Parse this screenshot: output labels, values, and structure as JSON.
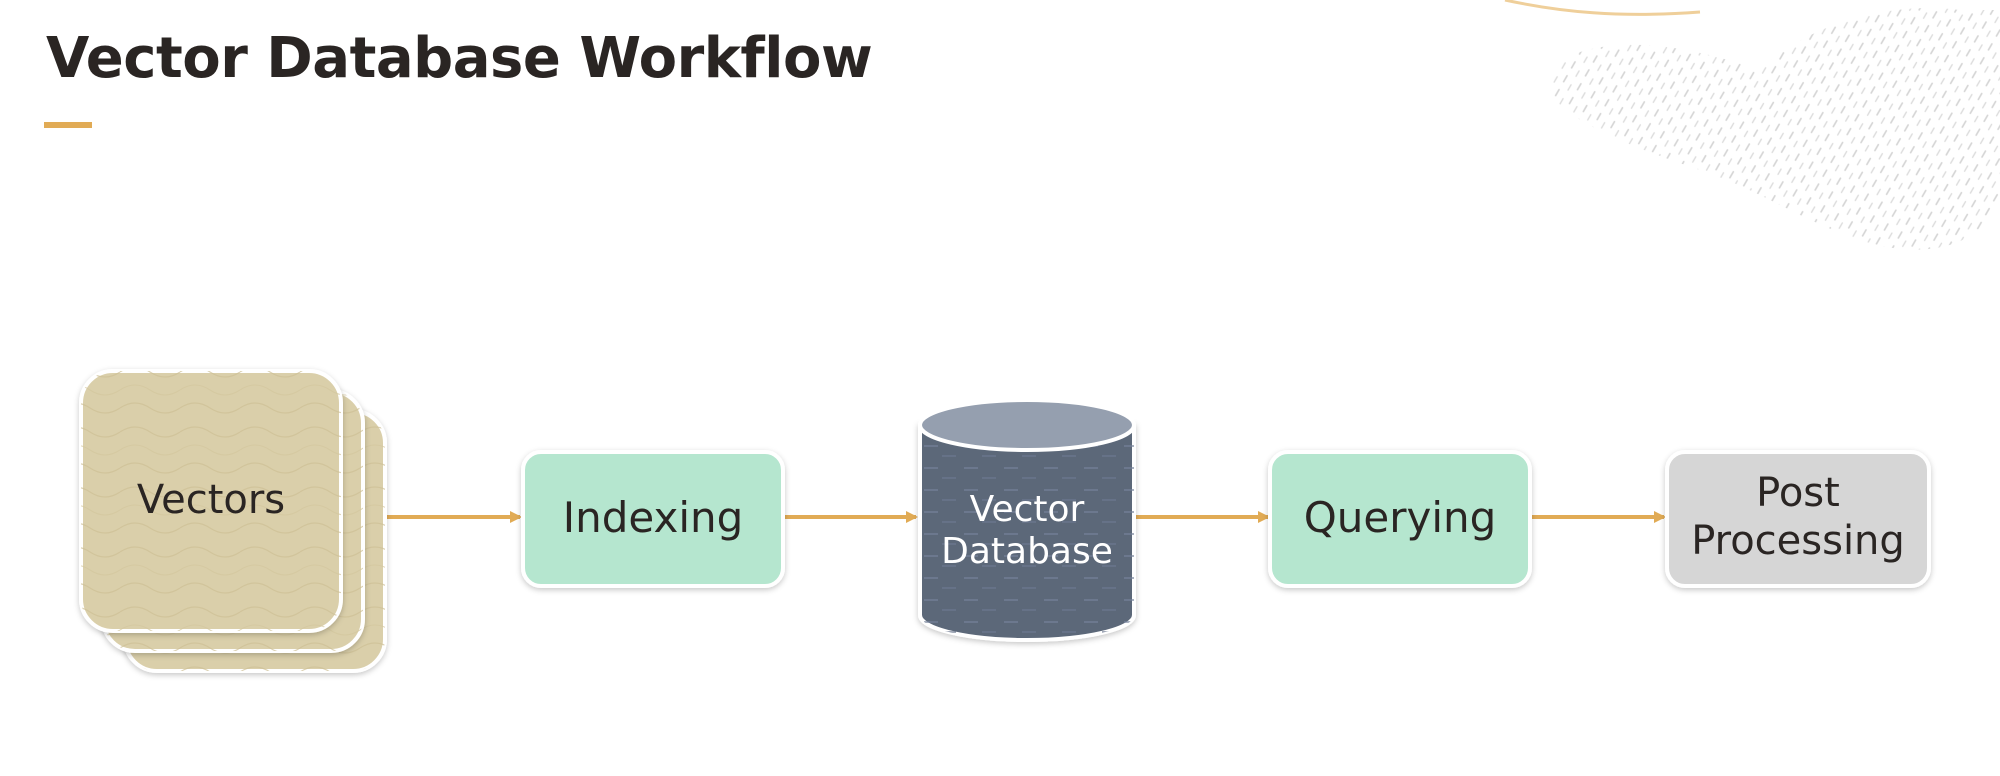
{
  "title": "Vector Database Workflow",
  "colors": {
    "accent": "#e1ab55",
    "vectors_fill": "#dacfaa",
    "process_fill": "#b5e6cf",
    "database_fill": "#5b6779",
    "post_fill": "#d6d6d6",
    "text_dark": "#2a2523",
    "text_light": "#ffffff"
  },
  "nodes": {
    "vectors": {
      "label": "Vectors",
      "shape": "stacked-rounded-square"
    },
    "indexing": {
      "label": "Indexing",
      "shape": "rounded-rectangle"
    },
    "database": {
      "line1": "Vector",
      "line2": "Database",
      "shape": "cylinder"
    },
    "querying": {
      "label": "Querying",
      "shape": "rounded-rectangle"
    },
    "post": {
      "line1": "Post",
      "line2": "Processing",
      "shape": "rounded-rectangle"
    }
  },
  "edges": [
    {
      "from": "vectors",
      "to": "indexing"
    },
    {
      "from": "indexing",
      "to": "database"
    },
    {
      "from": "database",
      "to": "querying"
    },
    {
      "from": "querying",
      "to": "post"
    }
  ],
  "decorations": {
    "corner_texture": "speckle-pattern",
    "corner_accent": "orange-curve"
  }
}
